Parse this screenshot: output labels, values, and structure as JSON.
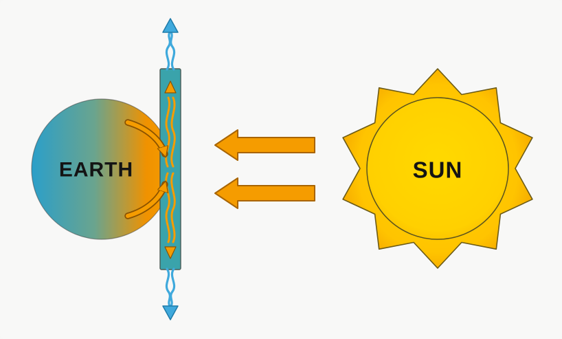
{
  "diagram": {
    "title": "Earth atmosphere greenhouse diagram",
    "background": "#f8f8f7",
    "earth": {
      "label": "EARTH",
      "color_left": "#2b9fc9",
      "color_mid": "#6aa48e",
      "color_right": "#f09200"
    },
    "sun": {
      "label": "SUN",
      "color_core": "#ffd900",
      "color_core_edge": "#f7b500",
      "color_star_center": "#ffd200",
      "color_star_edge": "#f09a00"
    },
    "barrier": {
      "color": "#3aa3ab"
    },
    "arrows": {
      "orange": "#f59c00",
      "orange_outline": "#8a5200",
      "blue": "#3fa9dc",
      "blue_outline": "#1e7aa8"
    }
  }
}
